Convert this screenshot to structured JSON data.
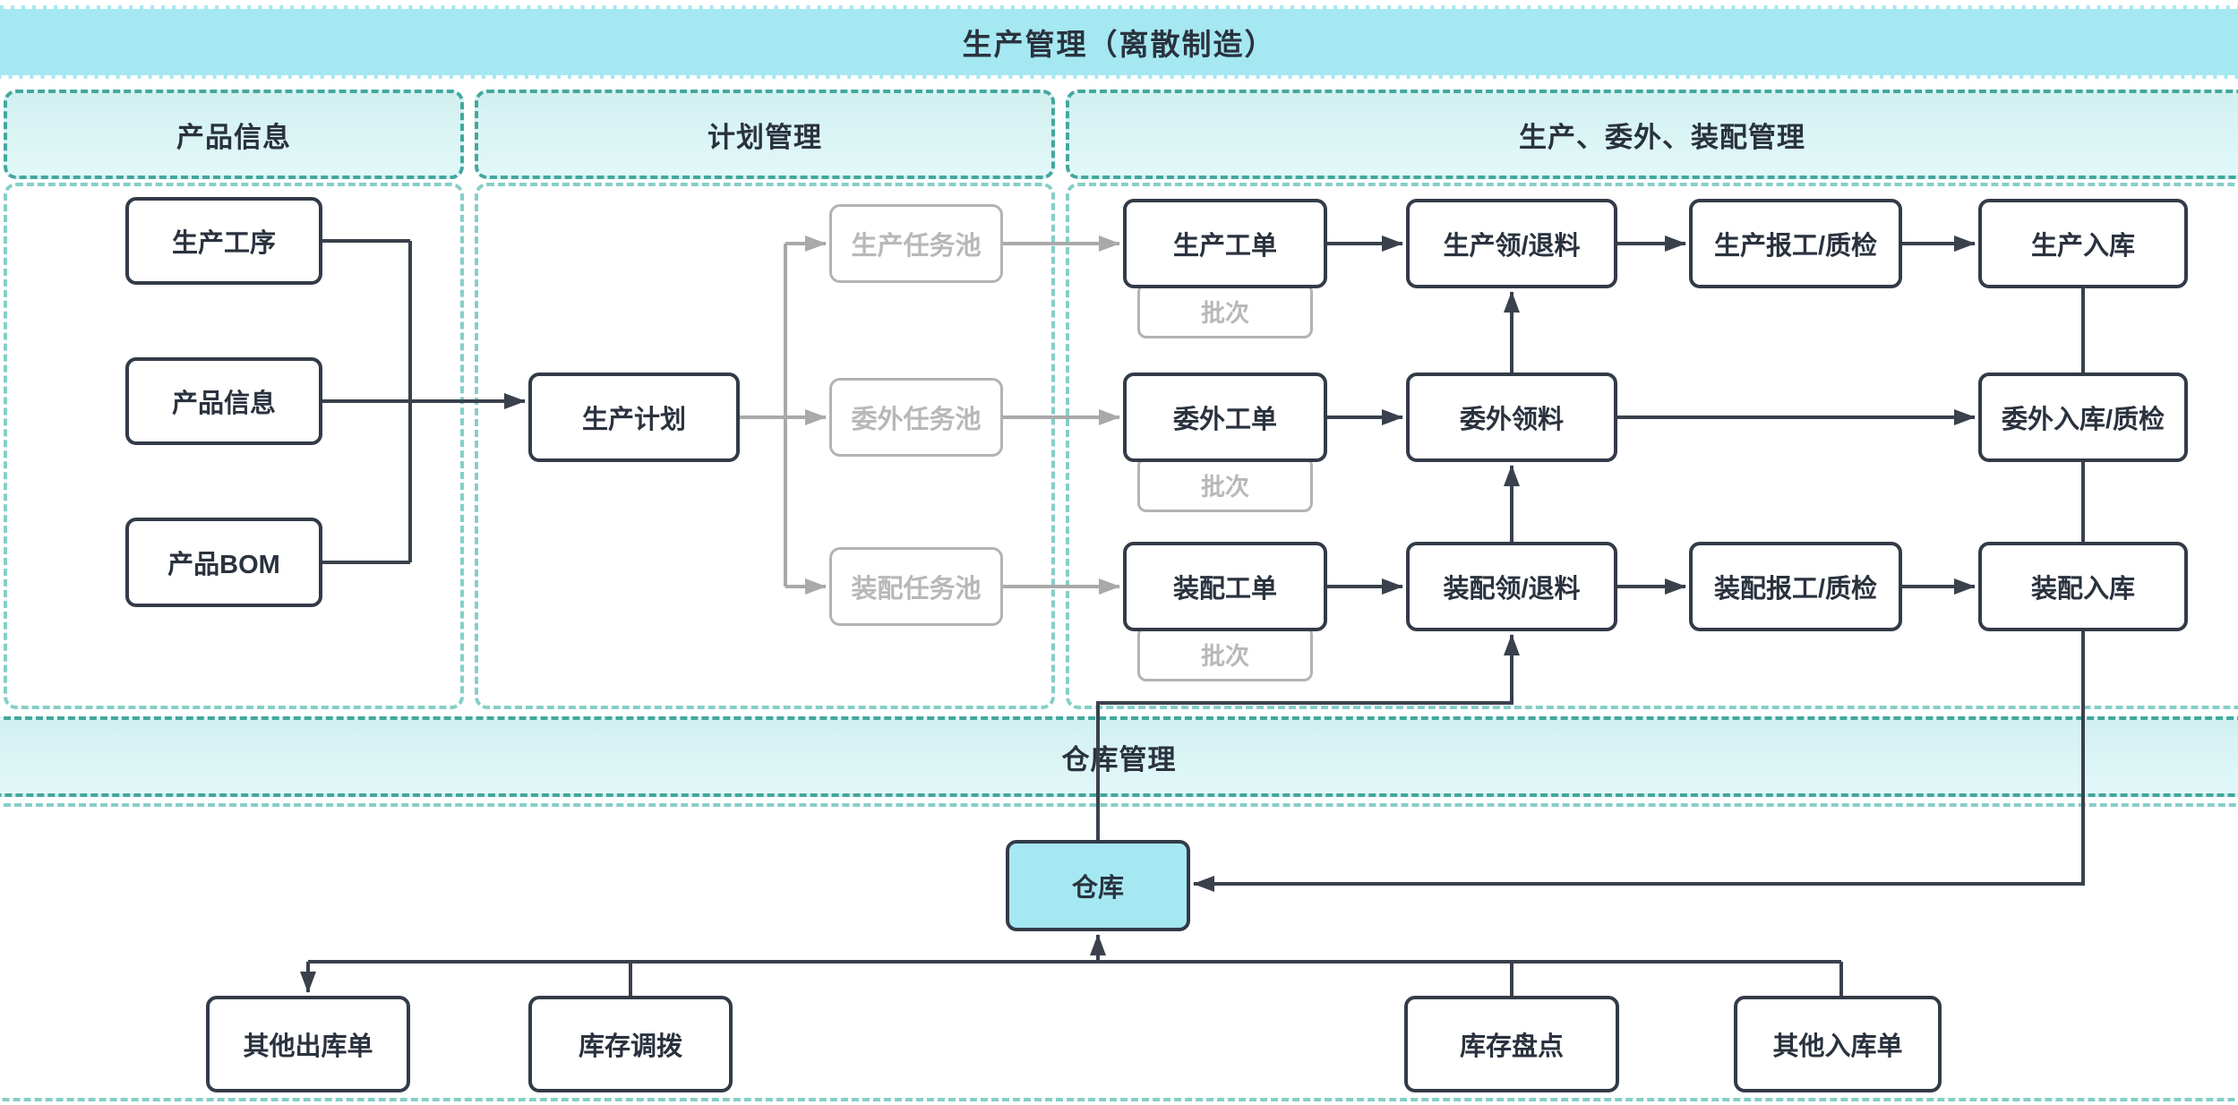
{
  "page": {
    "title_banner": "生产管理（离散制造）",
    "warehouse_banner": "仓库管理"
  },
  "sections": {
    "product_info": "产品信息",
    "plan": "计划管理",
    "production": "生产、委外、装配管理"
  },
  "nodes": {
    "process": "生产工序",
    "product_info": "产品信息",
    "product_bom": "产品BOM",
    "production_plan": "生产计划",
    "pool_production": "生产任务池",
    "pool_outsourcing": "委外任务池",
    "pool_assembly": "装配任务池",
    "order_production": "生产工单",
    "order_outsourcing": "委外工单",
    "order_assembly": "装配工单",
    "batch": "批次",
    "issue_production": "生产领/退料",
    "issue_outsourcing": "委外领料",
    "issue_assembly": "装配领/退料",
    "report_production": "生产报工/质检",
    "report_assembly": "装配报工/质检",
    "inbound_production": "生产入库",
    "inbound_outsourcing": "委外入库/质检",
    "inbound_assembly": "装配入库",
    "warehouse": "仓库",
    "other_outbound": "其他出库单",
    "stock_transfer": "库存调拨",
    "stock_count": "库存盘点",
    "other_inbound": "其他入库单"
  },
  "colors": {
    "banner_fill": "#a5e8f2",
    "section_header_fill": "#d9f3f3",
    "section_header_border": "#43a79e",
    "section_body_border": "#85cfc8",
    "node_border": "#333b48",
    "node_text": "#2a323e",
    "muted_gray": "#b3b3b3",
    "edge_dark": "#3a414d",
    "edge_gray": "#a9a9a9",
    "warehouse_fill": "#a5e8f2"
  }
}
